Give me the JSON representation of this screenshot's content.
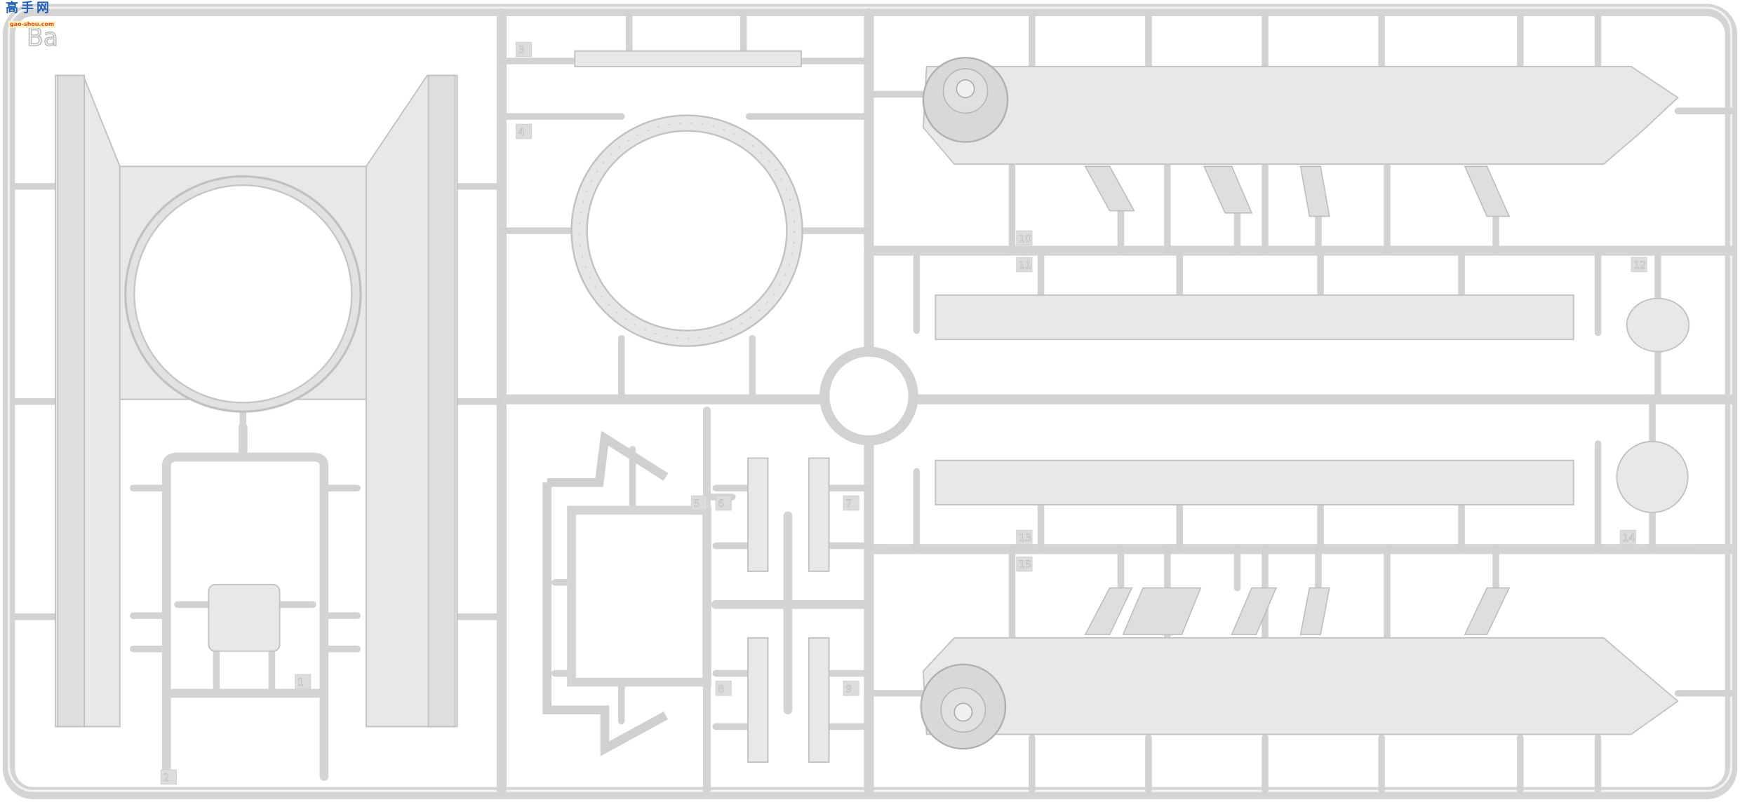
{
  "sprue": {
    "code": "Ba",
    "part_numbers": [
      "1",
      "2",
      "3",
      "4",
      "5",
      "6",
      "7",
      "8",
      "9",
      "10",
      "11",
      "12",
      "13",
      "14",
      "15"
    ]
  },
  "watermark": {
    "chinese": "高手网",
    "url": "gao-shou.com"
  },
  "colors": {
    "plastic": "#e8e8e8",
    "runner": "#d4d4d4",
    "background": "#ffffff"
  }
}
